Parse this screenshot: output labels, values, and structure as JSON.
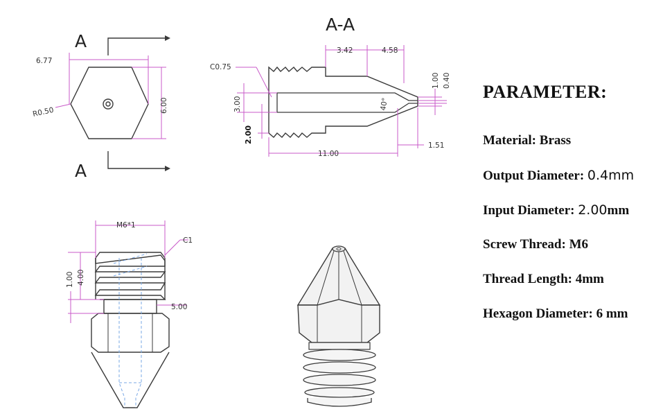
{
  "drawing": {
    "top_view": {
      "section_marks": [
        "A",
        "A"
      ],
      "dims": {
        "width": "6.77",
        "height": "6.00",
        "radius": "R0.50"
      }
    },
    "section": {
      "title": "A-A",
      "dims": {
        "chamfer": "C0.75",
        "d3": "3.42",
        "d4": "4.58",
        "d100": "1.00",
        "d040": "0.40",
        "d300": "3.00",
        "d200": "2.00",
        "angle": "40°",
        "d1100": "11.00",
        "d151": "1.51"
      }
    },
    "side_view": {
      "dims": {
        "thread": "M6*1",
        "chamfer": "C1",
        "d100": "1.00",
        "d400": "4.00",
        "d500": "5.00"
      }
    }
  },
  "parameters": {
    "heading": "PARAMETER:",
    "rows": [
      {
        "label": "Material: ",
        "value": "Brass",
        "unit": ""
      },
      {
        "label": "Output Diameter: ",
        "value": "0.4mm",
        "unit": ""
      },
      {
        "label": "Input Diameter: ",
        "value": "2.00",
        "unit": "mm"
      },
      {
        "label": "Screw Thread: ",
        "value": "M6",
        "unit": ""
      },
      {
        "label": "Thread Length: ",
        "value": "4mm",
        "unit": ""
      },
      {
        "label": "Hexagon Diameter: ",
        "value": "6 mm",
        "unit": ""
      }
    ]
  }
}
